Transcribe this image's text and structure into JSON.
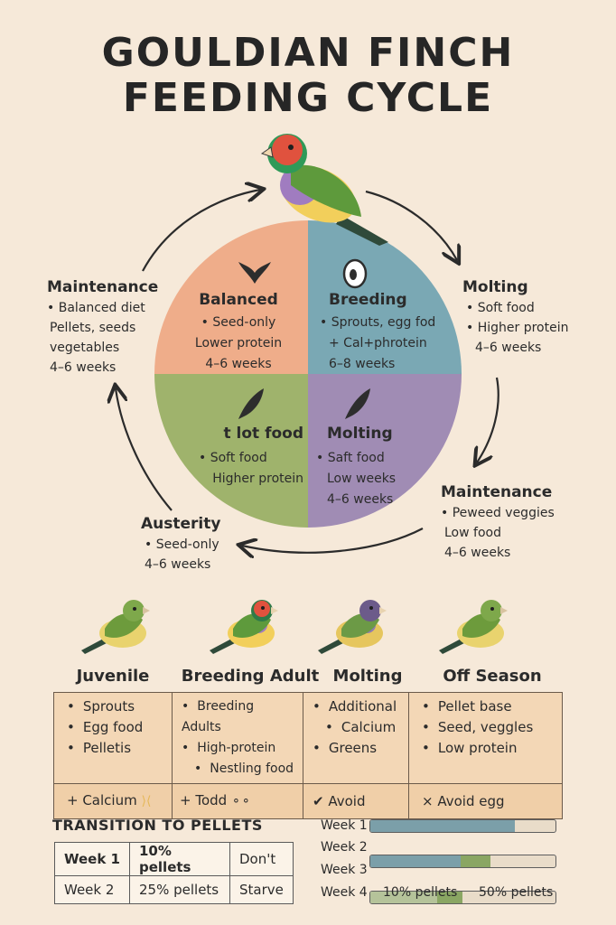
{
  "title": [
    "GOULDIAN FINCH",
    "FEEDING CYCLE"
  ],
  "colors": {
    "background": "#f6e9d9",
    "balanced": "#efad8a",
    "breeding": "#7aa8b4",
    "softfood": "#9fb36c",
    "molting": "#a08cb4",
    "table": "#f3d7b6",
    "bar_blue": "#7b9fa9",
    "bar_green": "#8aa663",
    "bar_base": "#e9dcc9"
  },
  "cycle": {
    "maintenance_left": {
      "title": "Maintenance",
      "lines": [
        "• Balanced diet",
        "Pellets, seeds",
        "vegetables",
        "4–6 weeks"
      ]
    },
    "molting_right": {
      "title": "Molting",
      "lines": [
        "• Soft food",
        "• Higher protein",
        "4–6 weeks"
      ]
    },
    "maintenance_right": {
      "title": "Maintenance",
      "lines": [
        "• Peweed veggies",
        "Low food",
        "4–6 weeks"
      ]
    },
    "austerity": {
      "title": "Austerity",
      "lines": [
        "• Seed-only",
        "4–6 weeks"
      ]
    }
  },
  "quadrants": {
    "balanced": {
      "title": "Balanced",
      "lines": [
        "• Seed-only",
        "Lower protein",
        "4–6 weeks"
      ],
      "icon": "wings-icon"
    },
    "breeding": {
      "title": "Breeding",
      "lines": [
        "• Sprouts, egg fod",
        "+ Cal+phrotein",
        "6–8 weeks"
      ],
      "icon": "egg-icon"
    },
    "softfood": {
      "title": "t lot food",
      "lines": [
        "• Soft food",
        "Higher protein"
      ],
      "icon": "feather-icon"
    },
    "molting": {
      "title": "Molting",
      "lines": [
        "• Saft food",
        "Low weeks",
        "4–6 weeks"
      ],
      "icon": "feather-icon"
    }
  },
  "stages": [
    {
      "name": "Juvenile",
      "items": [
        "Sprouts",
        "Egg food",
        "Pelletis"
      ],
      "footer": "+ Calcium",
      "footer_icon": "wings-icon"
    },
    {
      "name": "Breeding Adult",
      "items": [
        "Breeding Adults",
        "High-protein",
        "Nestling food"
      ],
      "footer": "+ Todd",
      "footer_icon": "food-icon"
    },
    {
      "name": "Molting",
      "items": [
        "Additional",
        "Calcium",
        "Greens"
      ],
      "footer": "✔ Avoid",
      "footer_icon": "check-icon"
    },
    {
      "name": "Off Season",
      "items": [
        "Pellet base",
        "Seed, veggles",
        "Low protein"
      ],
      "footer": "× Avoid egg",
      "footer_icon": "cross-icon"
    }
  ],
  "transition": {
    "heading": "TRANSITION TO PELLETS",
    "rows": [
      [
        "Week 1",
        "10% pellets",
        "Don't"
      ],
      [
        "Week 2",
        "25% pellets",
        "Starve"
      ]
    ]
  },
  "bars": {
    "rows": [
      {
        "label": "Week 1",
        "fill": 0.78,
        "accent_from": null,
        "accent_to": null
      },
      {
        "label": "Week 2",
        "fill": 0.49,
        "accent_from": 0.49,
        "accent_to": 0.65
      },
      {
        "label": "Week 3",
        "fill": 0.36,
        "accent_from": 0.36,
        "accent_to": 0.5
      }
    ],
    "footer": {
      "label": "Week 4",
      "left": "10% pellets",
      "right": "50% pellets"
    }
  }
}
